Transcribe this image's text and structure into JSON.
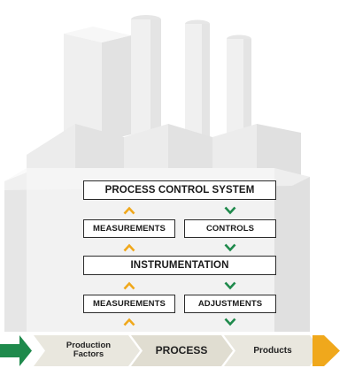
{
  "colors": {
    "factory_light": "#f2f2f2",
    "factory_mid": "#e8e8e8",
    "factory_dark": "#dcdcdc",
    "up_arrow": "#f0a81c",
    "down_arrow": "#1f8a4c",
    "flow_band": "#e9e7de",
    "flow_band_dark": "#d9d6ca",
    "box_border": "#2b2b2b"
  },
  "diagram": {
    "process_control_system": "PROCESS CONTROL SYSTEM",
    "measurements_upper": "MEASUREMENTS",
    "controls": "CONTROLS",
    "instrumentation": "INSTRUMENTATION",
    "measurements_lower": "MEASUREMENTS",
    "adjustments": "ADJUSTMENTS"
  },
  "flow": {
    "production_factors_line1": "Production",
    "production_factors_line2": "Factors",
    "process": "PROCESS",
    "products": "Products"
  },
  "icons": {
    "up_arrow": "chevron-up-icon",
    "down_arrow": "chevron-down-icon",
    "input_arrow": "input-arrow-icon",
    "output_arrow": "output-arrow-icon"
  }
}
